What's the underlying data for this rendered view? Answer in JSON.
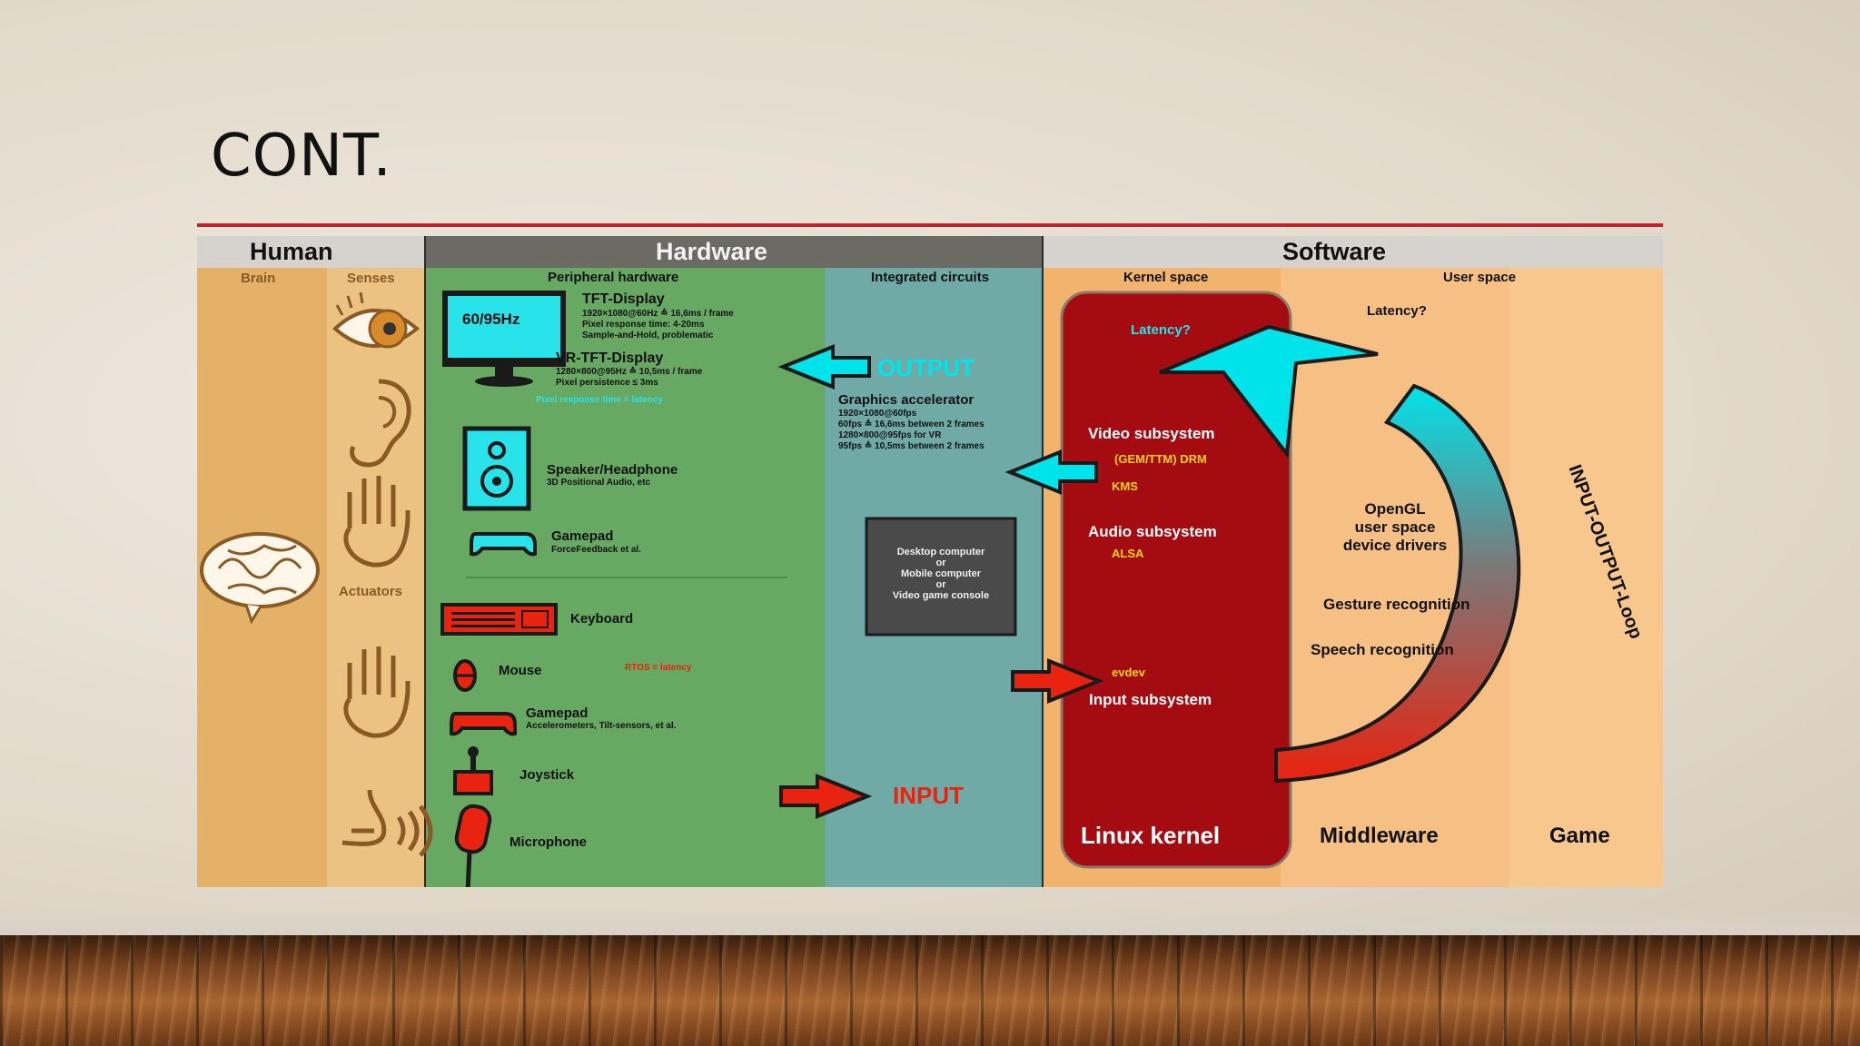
{
  "slide_title": "CONT.",
  "sections": {
    "human": "Human",
    "hardware": "Hardware",
    "software": "Software"
  },
  "columns": {
    "brain": "Brain",
    "senses": "Senses",
    "actuators": "Actuators",
    "peripheral": "Peripheral hardware",
    "integrated": "Integrated circuits",
    "kernel_space": "Kernel space",
    "user_space": "User space"
  },
  "devices": {
    "tft_badge": "60/95Hz",
    "tft_title": "TFT-Display",
    "tft_l1": "1920×1080@60Hz ≙ 16,6ms / frame",
    "tft_l2": "Pixel response time: 4-20ms",
    "tft_l3": "Sample-and-Hold, problematic",
    "vr_title": "VR-TFT-Display",
    "vr_l1": "1280×800@95Hz ≙ 10,5ms / frame",
    "vr_l2": "Pixel persistence ≤ 3ms",
    "pixel_note": "Pixel response time = latency",
    "speaker_title": "Speaker/Headphone",
    "speaker_sub": "3D Positional Audio, etc",
    "gamepad_out_title": "Gamepad",
    "gamepad_out_sub": "ForceFeedback et al.",
    "keyboard": "Keyboard",
    "mouse": "Mouse",
    "rtos_note": "RTOS = latency",
    "gamepad_in_title": "Gamepad",
    "gamepad_in_sub": "Accelerometers, Tilt-sensors, et al.",
    "joystick": "Joystick",
    "microphone": "Microphone"
  },
  "integrated": {
    "output": "OUTPUT",
    "input": "INPUT",
    "gfx_title": "Graphics accelerator",
    "gfx_l1": "1920×1080@60fps",
    "gfx_l2": "60fps ≙ 16,6ms between 2 frames",
    "gfx_l3": "1280×800@95fps for VR",
    "gfx_l4": "95fps ≙ 10,5ms between 2 frames",
    "computer_l1": "Desktop computer",
    "computer_or1": "or",
    "computer_l2": "Mobile computer",
    "computer_or2": "or",
    "computer_l3": "Video game console"
  },
  "kernel": {
    "latency": "Latency?",
    "video": "Video subsystem",
    "drm": "(GEM/TTM) DRM",
    "kms": "KMS",
    "audio": "Audio subsystem",
    "alsa": "ALSA",
    "evdev": "evdev",
    "input": "Input subsystem",
    "label": "Linux kernel"
  },
  "userspace": {
    "latency": "Latency?",
    "opengl_l1": "OpenGL",
    "opengl_l2": "user space",
    "opengl_l3": "device drivers",
    "gesture": "Gesture recognition",
    "speech": "Speech recognition",
    "loop": "INPUT-OUTPUT-Loop",
    "middleware": "Middleware",
    "game": "Game"
  },
  "colors": {
    "human_bg": "#e3b167",
    "hardware_bg": "#67a862",
    "integrated_bg": "#6faaa6",
    "kernel_bg": "#f2b36d",
    "kernel_box": "#a40c12",
    "user_bg": "#f6c084",
    "output_arrow": "#00e3ea",
    "input_arrow": "#e8230f",
    "header_bar": "#d8d4cf"
  }
}
